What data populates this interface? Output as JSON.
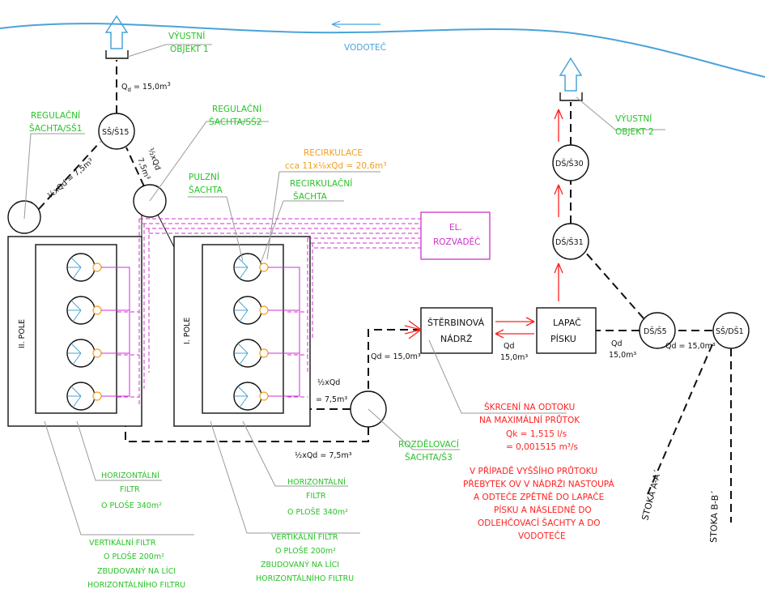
{
  "watercourse": {
    "label": "VODOTEČ"
  },
  "outlet1": {
    "line1": "VÝUSTNÍ",
    "line2": "OBJEKT 1"
  },
  "outlet2": {
    "line1": "VÝUSTNÍ",
    "line2": "OBJEKT 2"
  },
  "flow_top": {
    "q": "Q",
    "sub": "d",
    "rest": " = 15,0m",
    "sup": "3"
  },
  "ss15": {
    "label": "SŠ/Š15"
  },
  "ss1_label": {
    "line1": "REGULAČNÍ",
    "line2": "ŠACHTA/SŠ1"
  },
  "ss2_label": {
    "line1": "REGULAČNÍ",
    "line2": "ŠACHTA/SŠ2"
  },
  "flow_left_diag": "½xQd = 7,5m³",
  "flow_right_diag_a": "½xQd",
  "flow_right_diag_b": "7,5m³",
  "recirculation": {
    "line1": "RECIRKULACE",
    "line2": "cca 11x⅟₈xQd = 20,6m³"
  },
  "pulse_shaft": {
    "line1": "PULZNÍ",
    "line2": "ŠACHTA"
  },
  "recirc_shaft": {
    "line1": "RECIRKULAČNÍ",
    "line2": "ŠACHTA"
  },
  "switchboard": {
    "line1": "EL.",
    "line2": "ROZVADĚČ"
  },
  "field2": {
    "label": "II. POLE"
  },
  "field1": {
    "label": "I. POLE"
  },
  "ds30": {
    "label": "DŠ/Š30"
  },
  "ds31": {
    "label": "DŠ/Š31"
  },
  "ds5": {
    "label": "DŠ/Š5"
  },
  "ssd1": {
    "label": "SŠ/DŠ1"
  },
  "slit_tank": {
    "line1": "ŠTĚRBINOVÁ",
    "line2": "NÁDRŽ"
  },
  "sand_trap": {
    "line1": "LAPAČ",
    "line2": "PÍSKU"
  },
  "flow_qd_left": "Qd = 15,0m³",
  "flow_slit_below": {
    "line1": "Qd",
    "line2": "15,0m³"
  },
  "flow_sand_right": {
    "line1": "Qd",
    "line2": "15,0m³"
  },
  "flow_ssd": "Qd = 15,0m³",
  "flow_half_up": {
    "line1": "½xQd",
    "line2": "= 7,5m³"
  },
  "flow_half_down": "½xQd = 7,5m³",
  "distribution_shaft": {
    "line1": "ROZDĚLOVACÍ",
    "line2": "ŠACHTA/Š3"
  },
  "throttle": {
    "line1": "ŠKRCENÍ NA ODTOKU",
    "line2": "NA MAXIMÁLNÍ PRŮTOK",
    "line3": "Qk = 1,515 l/s",
    "line4": "= 0,001515 m³/s"
  },
  "overflow_note": [
    "V PŘÍPADĚ VYŠŠÍHO PRŮTOKU",
    "PŘEBYTEK OV V NÁDRŽI NASTOUPÁ",
    "A ODTEČE ZPĚTNĚ DO LAPAČE",
    "PÍSKU A NÁSLEDNĚ DO",
    "ODLEHČOVACÍ ŠACHTY A DO",
    "VODOTEČE"
  ],
  "horiz_filter_left": {
    "line1": "HORIZONTÁLNÍ",
    "line2": "FILTR",
    "line3": "O PLOŠE 340m²"
  },
  "horiz_filter_right": {
    "line1": "HORIZONTÁLNÍ",
    "line2": "FILTR",
    "line3": "O PLOŠE 340m²"
  },
  "vert_filter_left": {
    "line1": "VERTIKÁLNÍ FILTR",
    "line2": "O PLOŠE 200m²",
    "line3": "ZBUDOVANÝ NA LÍCI",
    "line4": "HORIZONTÁLNÍHO FILTRU"
  },
  "vert_filter_right": {
    "line1": "VERTIKÁLNÍ FILTR",
    "line2": "O PLOŠE 200m²",
    "line3": "ZBUDOVANÝ NA LÍCI",
    "line4": "HORIZONTÁLNÍHO FILTRU"
  },
  "sewer_a": "STOKA A-A´",
  "sewer_b": "STOKA B-B´",
  "colors": {
    "green": "#28c228",
    "red": "#ff2020",
    "magenta": "#cc33cc",
    "orange": "#f0a020",
    "water": "#4aa3d8"
  }
}
